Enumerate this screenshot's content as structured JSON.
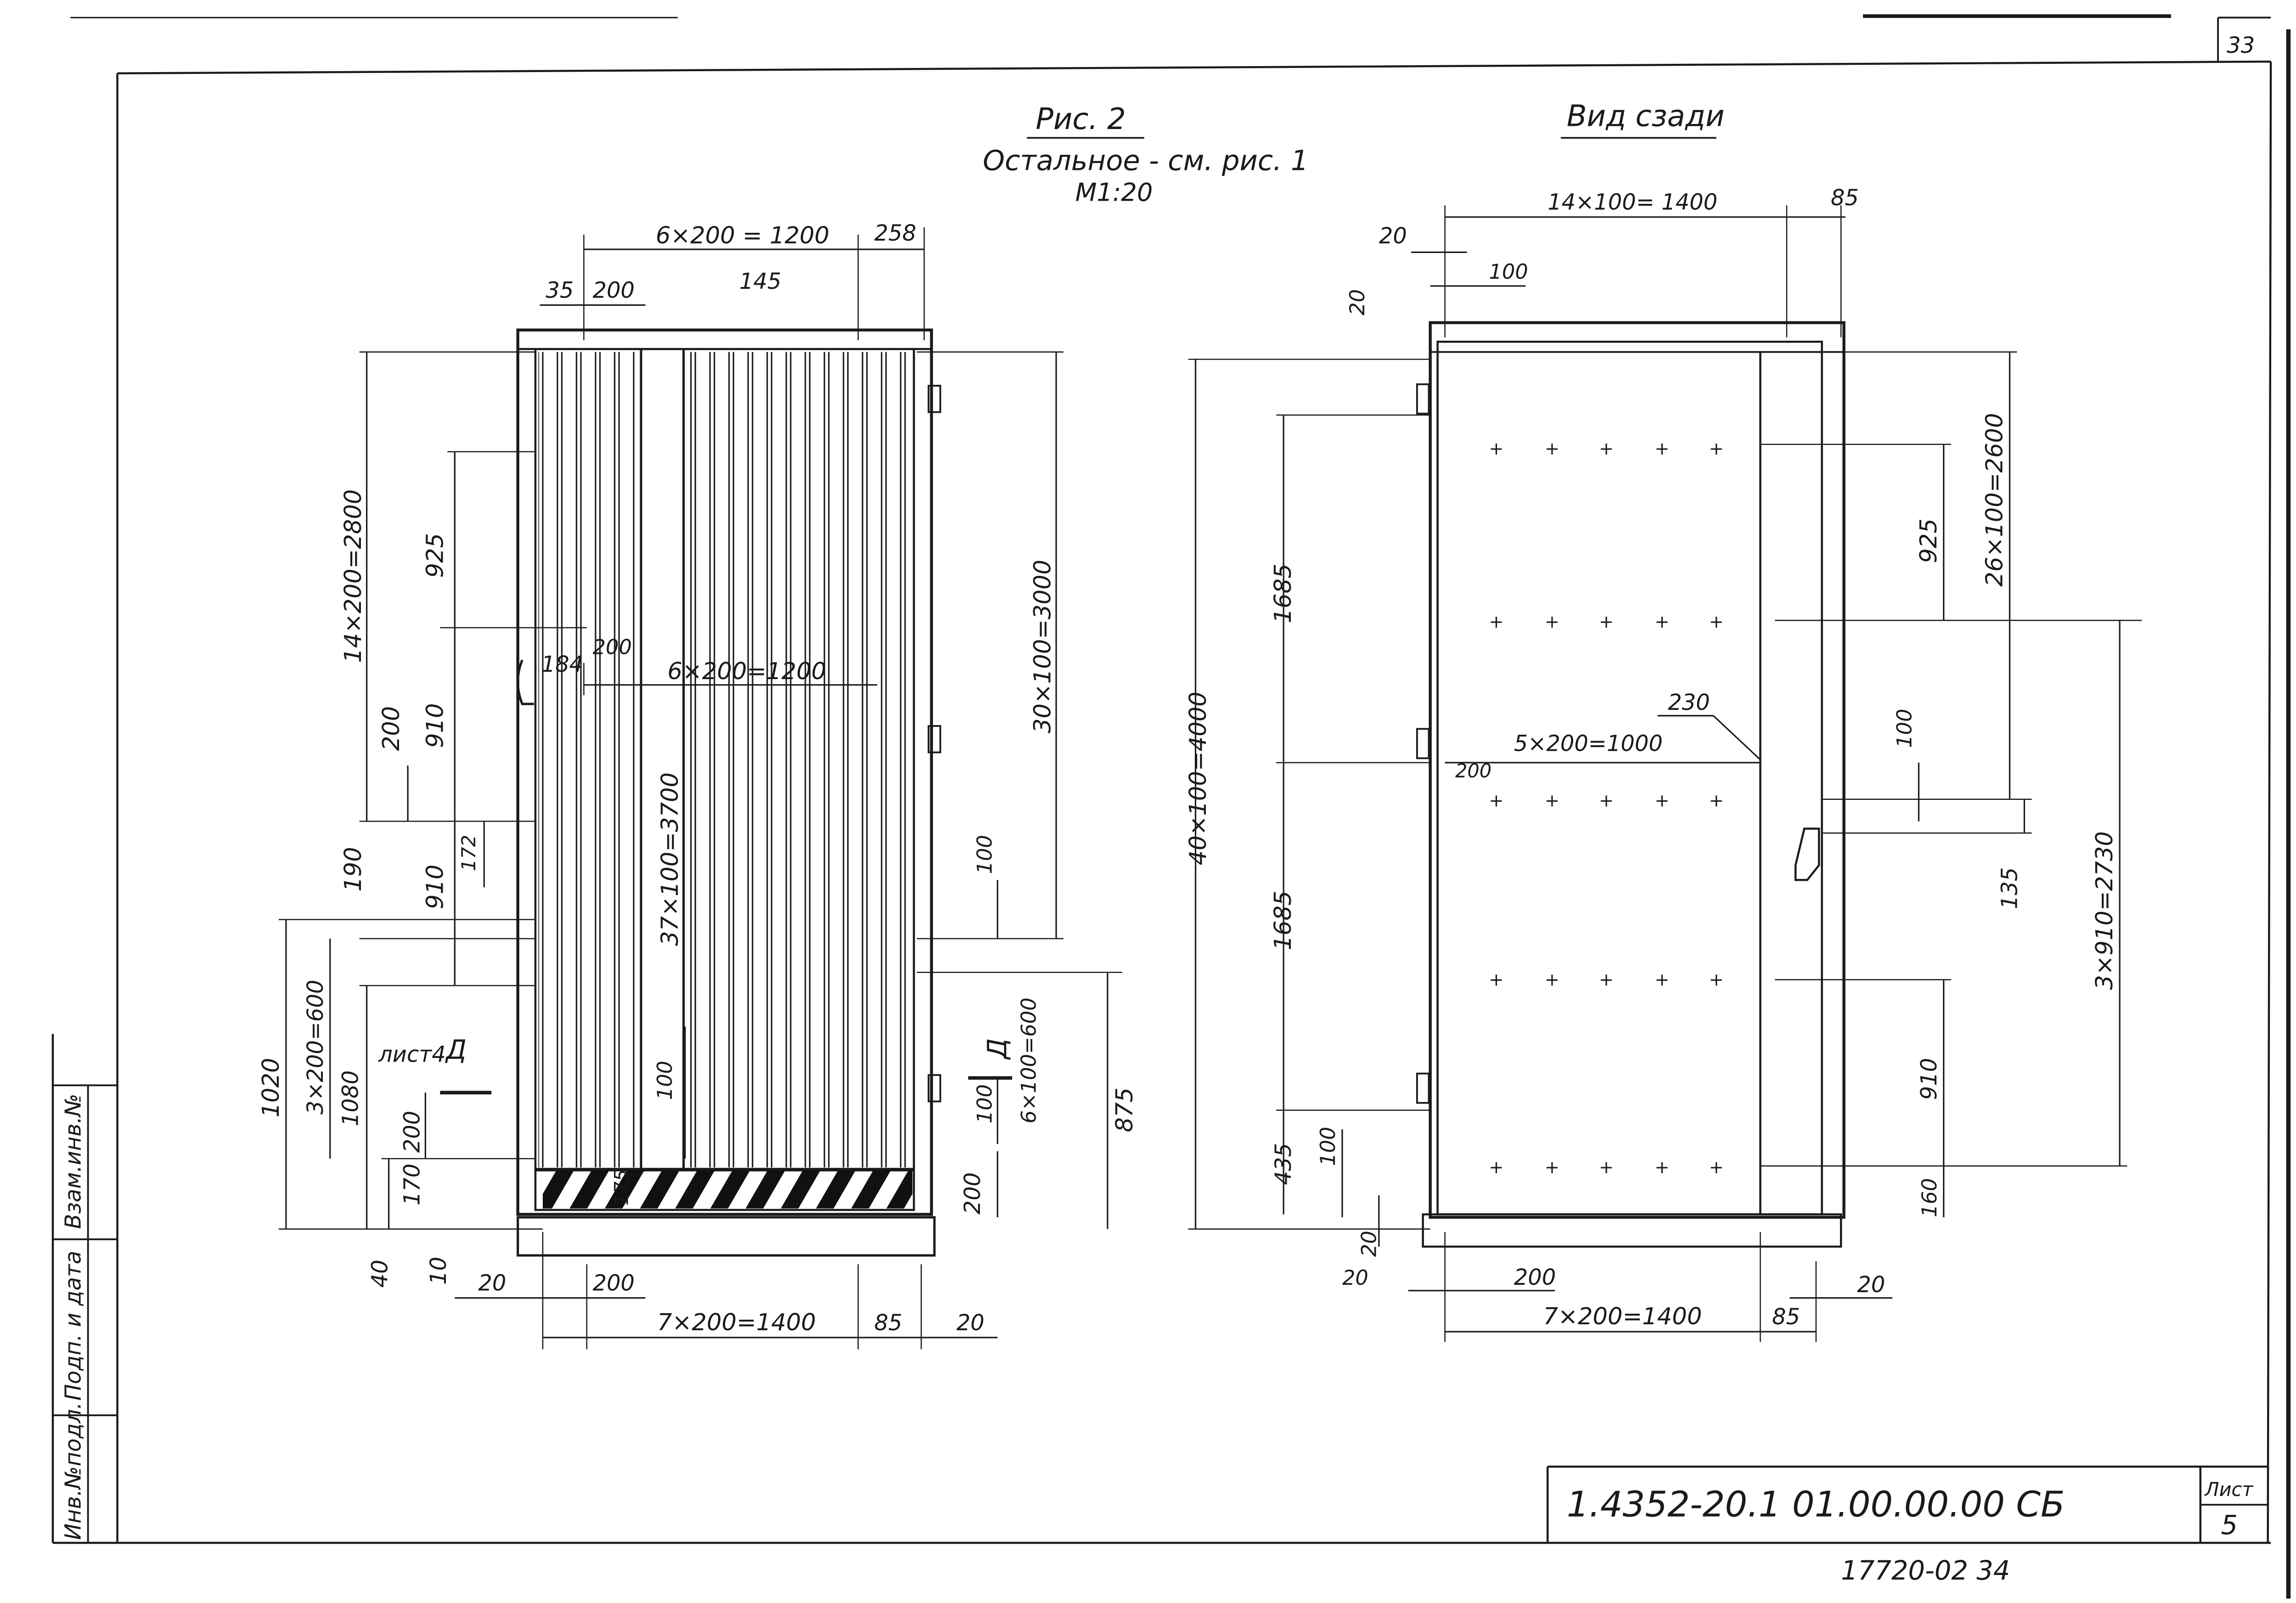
{
  "sheet": {
    "corner_number": "33",
    "doc_code": "1.4352-20.1  01.00.00.00 СБ",
    "sheet_label": "Лист",
    "sheet_number": "5",
    "bottom_code": "17720-02  34",
    "side_labels": [
      "Инв.№подл.",
      "Подп. и дата",
      "Взам.инв.№"
    ]
  },
  "front_view": {
    "title": "Рис. 2",
    "subtitle": "Остальное - см. рис. 1",
    "scale": "М1:20",
    "dims": {
      "top_main": "6×200 = 1200",
      "top_right": "258",
      "d35": "35",
      "d200_top": "200",
      "d145": "145",
      "left_14x200": "14×200=2800",
      "d925": "925",
      "d910_a": "910",
      "d200_left": "200",
      "d910_b": "910",
      "d190": "190",
      "d172": "172",
      "d184": "184",
      "d200_mid": "200",
      "mid_6x200": "6×200=1200",
      "v37x100": "37×100=3700",
      "right_30x100": "30×100=3000",
      "d100_right": "100",
      "d1020": "1020",
      "d3x200": "3×200=600",
      "d1080": "1080",
      "list4": "лист4",
      "letter_d": "Д",
      "d200_low": "200",
      "d170": "170",
      "d100_inner": "100",
      "d175": "175",
      "d6x100": "6×100=600",
      "d100_small": "100",
      "d875": "875",
      "d200_right_bottom": "200",
      "d40": "40",
      "d10": "10",
      "d20_left": "20",
      "d200_bottom": "200",
      "bottom_7x200": "7×200=1400",
      "d85_bottom": "85",
      "d20_bottom": "20"
    }
  },
  "back_view": {
    "title": "Вид сзади",
    "dims": {
      "top_14x100": "14×100= 1400",
      "d85_top": "85",
      "d20_top": "20",
      "d100_top": "100",
      "d20_side": "20",
      "d1685_a": "1685",
      "d1685_b": "1685",
      "d435": "435",
      "left_40x100": "40×100=4000",
      "d100_left": "100",
      "d20_low": "20",
      "d230": "230",
      "mid_5x200": "5×200=1000",
      "d200_mid": "200",
      "d925": "925",
      "right_26x100": "26×100=2600",
      "d100_right": "100",
      "d135": "135",
      "right_3x910": "3×910=2730",
      "d910": "910",
      "d160": "160",
      "d20_bl": "20",
      "d200_bottom": "200",
      "bottom_7x200": "7×200=1400",
      "d85_bottom": "85",
      "d20_br": "20"
    }
  }
}
